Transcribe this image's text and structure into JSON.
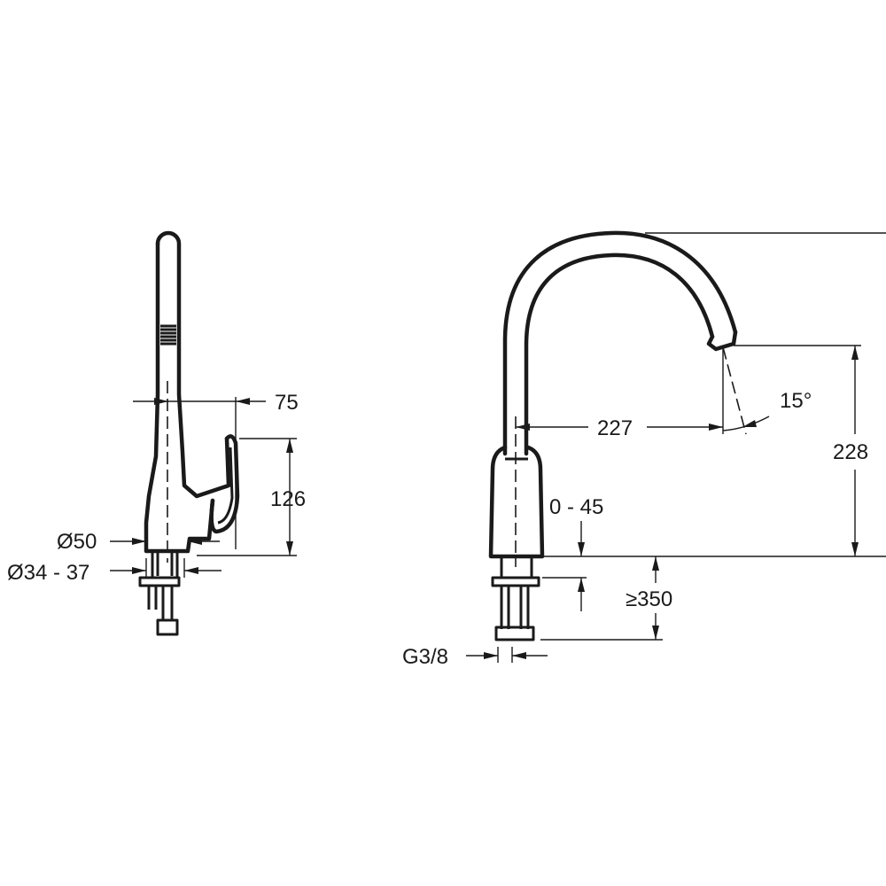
{
  "side_view": {
    "dim_spout_offset": "75",
    "dim_lever_height": "126",
    "dim_body_diameter": "Ø50",
    "dim_hole_diameter": "Ø34 - 37"
  },
  "front_view": {
    "dim_angle": "15°",
    "dim_reach": "227",
    "dim_spout_height": "228",
    "dim_deck_thickness": "0 - 45",
    "dim_hose_length": "≥350",
    "dim_thread": "G3/8"
  }
}
